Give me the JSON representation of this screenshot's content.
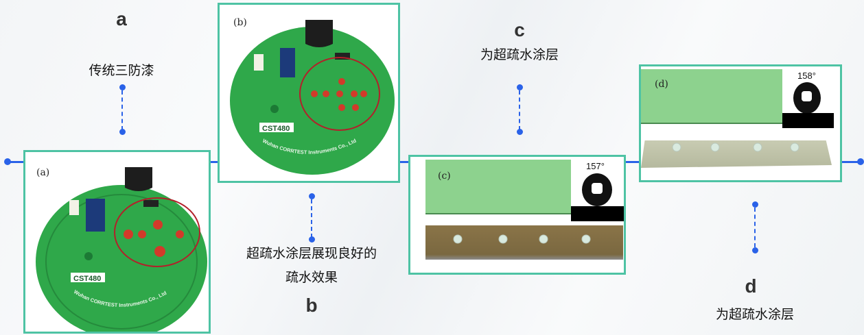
{
  "stages": [
    {
      "letter": "a",
      "caption": "传统三防漆",
      "photo_label": "(a)"
    },
    {
      "letter": "b",
      "caption_line1": "超疏水涂层展现良好的",
      "caption_line2": "疏水效果",
      "photo_label": "(b)"
    },
    {
      "letter": "c",
      "caption": "为超疏水涂层",
      "photo_label": "(c)",
      "contact_angle": "157°"
    },
    {
      "letter": "d",
      "caption": "为超疏水涂层",
      "photo_label": "(d)",
      "contact_angle": "158°"
    }
  ],
  "pcb_text": {
    "model": "CST480",
    "maker": "Wuhan CORRTEST Instruments Co., Ltd"
  },
  "colors": {
    "accent": "#2a62e8",
    "frame": "#4ec3a4",
    "pcb": "#2fa84a"
  }
}
